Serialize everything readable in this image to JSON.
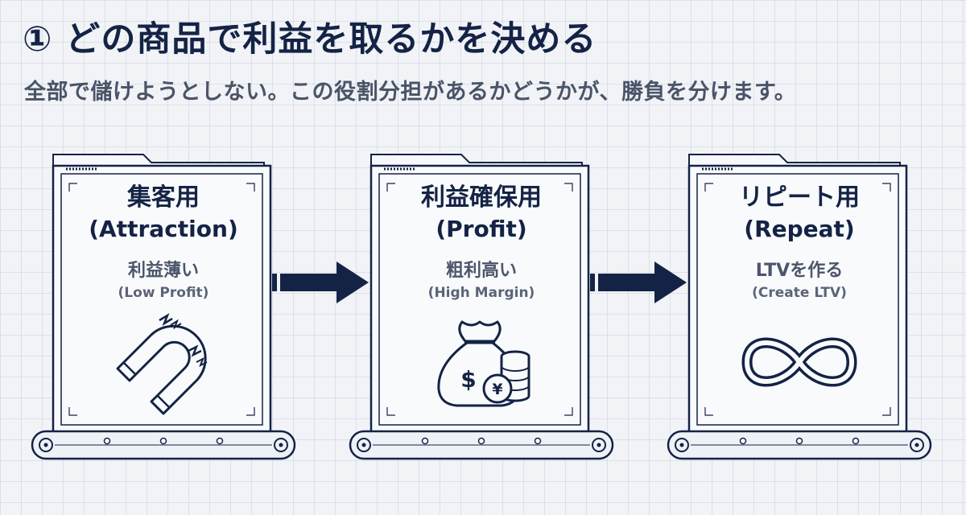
{
  "header": {
    "title": "① どの商品で利益を取るかを決める",
    "subtitle": "全部で儲けようとしない。この役割分担があるかどうかが、勝負を分けます。"
  },
  "panels": [
    {
      "heading": "集客用",
      "heading_en": "(Attraction)",
      "sub": "利益薄い",
      "sub_en": "(Low Profit)",
      "icon": "magnet-icon"
    },
    {
      "heading": "利益確保用",
      "heading_en": "(Profit)",
      "sub": "粗利高い",
      "sub_en": "(High Margin)",
      "icon": "money-bag-coins-icon",
      "icon_symbols": [
        "$",
        "¥"
      ]
    },
    {
      "heading": "リピート用",
      "heading_en": "(Repeat)",
      "sub": "LTVを作る",
      "sub_en": "(Create LTV)",
      "icon": "infinity-icon"
    }
  ],
  "colors": {
    "navy": "#142345",
    "gray_text": "#4c566a",
    "background": "#f1f3f7"
  }
}
